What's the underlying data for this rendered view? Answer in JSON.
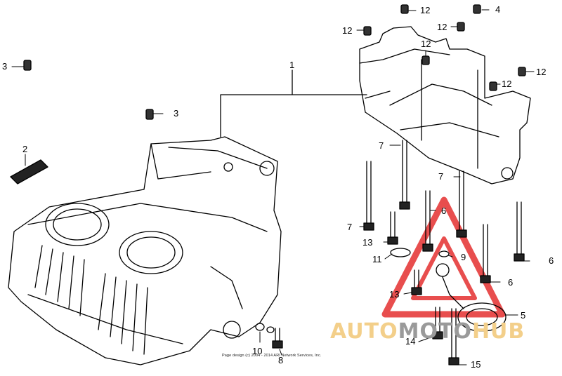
{
  "watermark": {
    "part1": "AUTO",
    "part2": "MOTO",
    "part3": "HUB",
    "accent_color": "#f3cf8a",
    "gray_color": "#9a9a9a",
    "logo_color": "#e63b3b"
  },
  "copyright": "Page design (c) 2004 - 2014 ARI Network Services, Inc.",
  "part_labels": {
    "p1": "1",
    "p2": "2",
    "p3a": "3",
    "p3b": "3",
    "p4": "4",
    "p5": "5",
    "p6a": "6",
    "p6b": "6",
    "p6c": "6",
    "p7a": "7",
    "p7b": "7",
    "p7c": "7",
    "p8": "8",
    "p9": "9",
    "p10": "10",
    "p11": "11",
    "p12a": "12",
    "p12b": "12",
    "p12c": "12",
    "p12d": "12",
    "p12e": "12",
    "p12f": "12",
    "p13a": "13",
    "p13b": "13",
    "p14": "14",
    "p15": "15"
  }
}
